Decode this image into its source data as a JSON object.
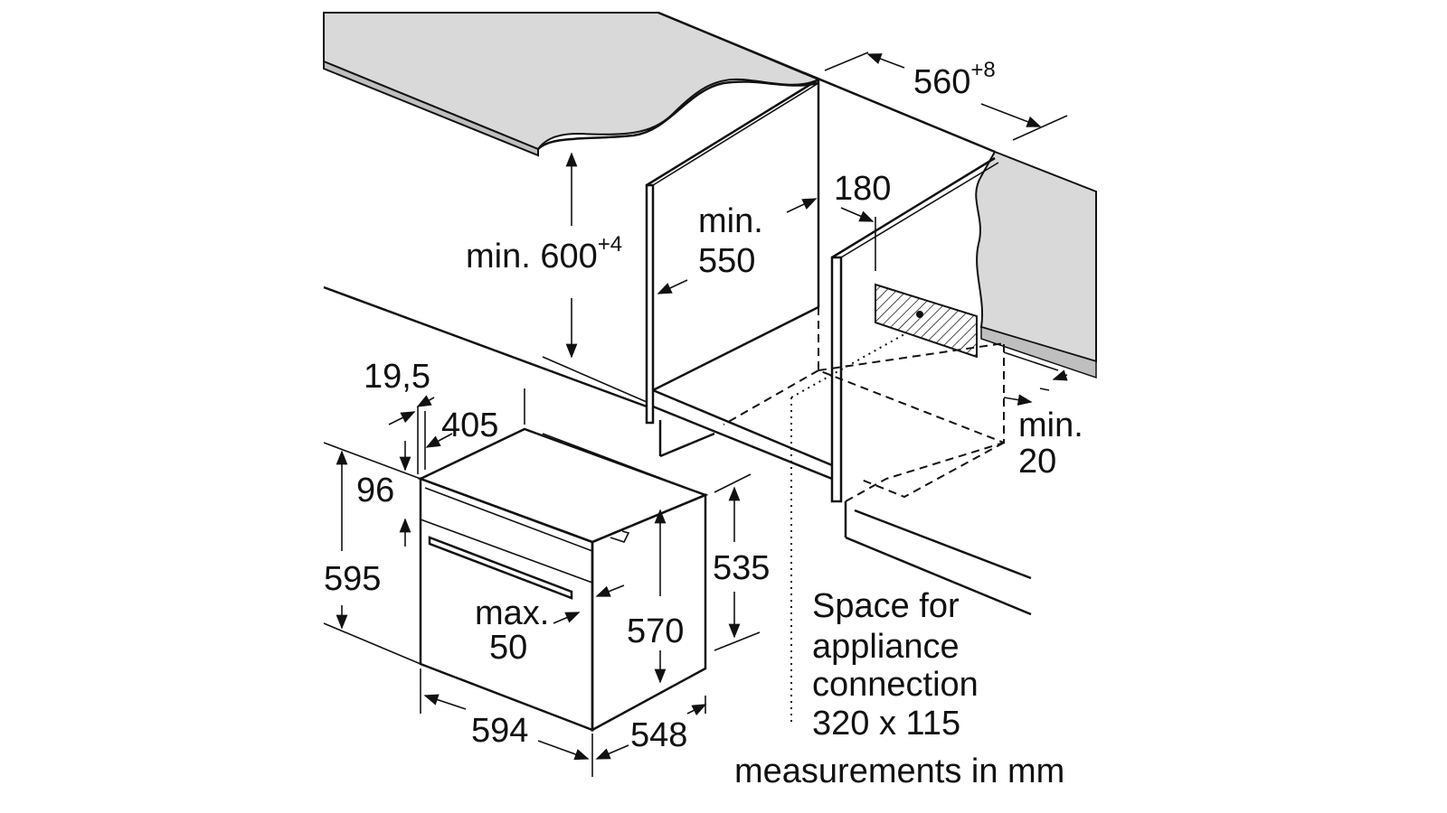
{
  "dimensions": {
    "niche_width": {
      "value": "560",
      "tolerance": "+8"
    },
    "side_gap": "180",
    "niche_depth": {
      "prefix": "min.",
      "value": "550"
    },
    "niche_height": {
      "value": "min. 600",
      "tolerance": "+4"
    },
    "front_panel": "19,5",
    "top_depth": "405",
    "control_height": "96",
    "oven_height": "595",
    "body_height": "535",
    "inner_height": "570",
    "handle_depth": {
      "prefix": "max.",
      "value": "50"
    },
    "oven_width": "594",
    "oven_depth": "548",
    "rear_gap": {
      "prefix": "min.",
      "value": "20"
    }
  },
  "connection_note": [
    "Space for",
    "appliance",
    "connection",
    "320 x 115"
  ],
  "units_note": "measurements in mm",
  "colors": {
    "countertop": "#d9d9d9",
    "line": "#111111"
  }
}
